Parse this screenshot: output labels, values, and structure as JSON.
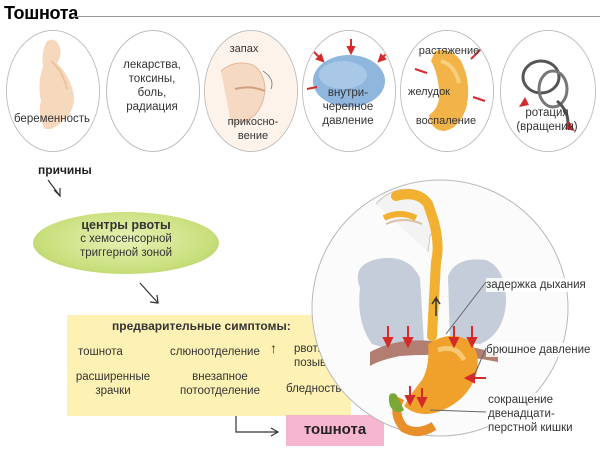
{
  "title": "Тошнота",
  "causes": {
    "pregnancy": "беременность",
    "drugs": [
      "лекарства,",
      "токсины,",
      "боль,",
      "радиация"
    ],
    "smell": "запах",
    "touch": [
      "прикосно-",
      "вение"
    ],
    "pressure": [
      "внутри-",
      "черепное",
      "давление"
    ],
    "stretch": "растяжение",
    "stomach": "желудок",
    "inflammation": "воспаление",
    "rotation": [
      "ротация",
      "(вращения)"
    ]
  },
  "causes_label": "причины",
  "vomit_center": {
    "title": "центры рвоты",
    "lines": [
      "с хемосенсорной",
      "триггерной зоной"
    ]
  },
  "pre_symptoms": {
    "title": "предварительные симптомы:",
    "nausea": "тошнота",
    "salivation": "слюноотделение",
    "salivation_arrow": "↑",
    "urges": [
      "рвотные",
      "позывы"
    ],
    "pupils": [
      "расширенные",
      "зрачки"
    ],
    "sweat": [
      "внезапное",
      "потоотделение"
    ],
    "pallor": "бледность"
  },
  "result": "тошнота",
  "body_labels": {
    "breath": "задержка дыхания",
    "abdominal": "брюшное давление",
    "contraction": [
      "сокращение",
      "двенадцати-",
      "перстной кишки"
    ]
  }
}
